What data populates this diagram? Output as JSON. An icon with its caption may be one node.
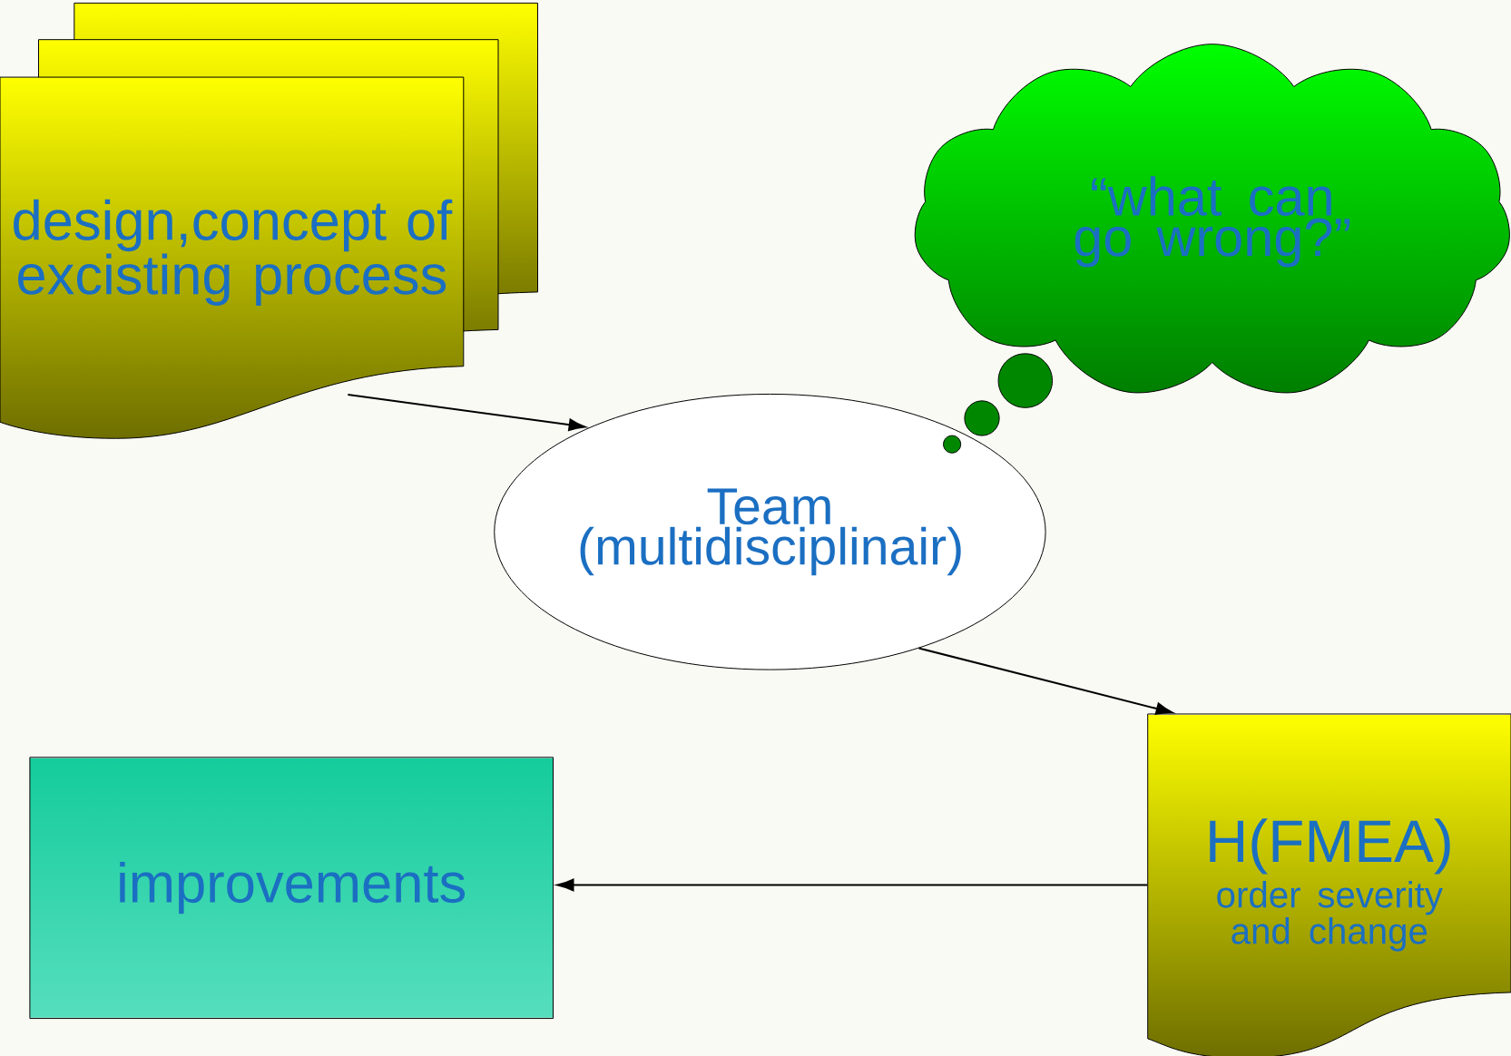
{
  "diagram": {
    "nodes": [
      {
        "text": [
          "design,concept of excisting process"
        ]
      },
      {
        "text": [
          "“what can go wrong?”"
        ]
      },
      {
        "text": [
          "Team (multidisciplinair)"
        ]
      },
      {
        "text": [
          "H(FMEA)",
          "order severity and change"
        ]
      },
      {
        "text": [
          "improvements"
        ]
      }
    ],
    "edges": [
      {
        "from": 0,
        "to": 2,
        "arrow": "to"
      },
      {
        "from": 2,
        "to": 3,
        "arrow": "to"
      },
      {
        "from": 3,
        "to": 4,
        "arrow": "to"
      }
    ]
  }
}
